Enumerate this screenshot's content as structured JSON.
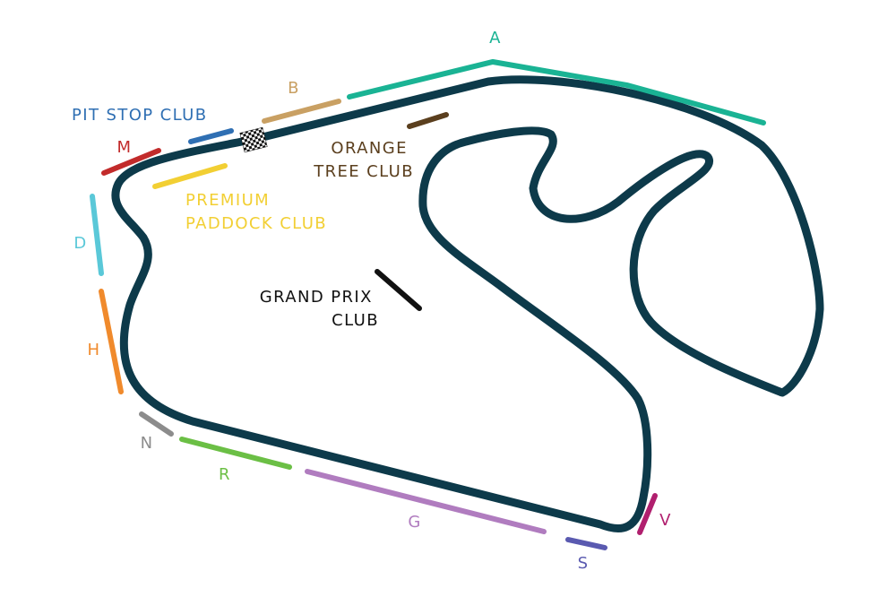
{
  "track": {
    "color": "#0d3a4a",
    "start_finish": "checkered-flag"
  },
  "sections": [
    {
      "id": "A",
      "label": "A",
      "color": "#1ab394"
    },
    {
      "id": "B",
      "label": "B",
      "color": "#c9a063"
    },
    {
      "id": "pit",
      "label": "PIT STOP CLUB",
      "color": "#2f6fb3"
    },
    {
      "id": "M",
      "label": "M",
      "color": "#c22b2b"
    },
    {
      "id": "premium",
      "label_lines": [
        "PREMIUM",
        "PADDOCK CLUB"
      ],
      "color": "#f2cf33"
    },
    {
      "id": "orange",
      "label_lines": [
        "ORANGE",
        "TREE CLUB"
      ],
      "color": "#5b3f1e"
    },
    {
      "id": "D",
      "label": "D",
      "color": "#5ac8d8"
    },
    {
      "id": "H",
      "label": "H",
      "color": "#f08a2c"
    },
    {
      "id": "grand",
      "label_lines": [
        "GRAND PRIX",
        "CLUB"
      ],
      "color": "#111111"
    },
    {
      "id": "N",
      "label": "N",
      "color": "#8c8c8c"
    },
    {
      "id": "R",
      "label": "R",
      "color": "#6bbf45"
    },
    {
      "id": "G",
      "label": "G",
      "color": "#b07cbf"
    },
    {
      "id": "S",
      "label": "S",
      "color": "#5a5ab0"
    },
    {
      "id": "V",
      "label": "V",
      "color": "#b01f6e"
    }
  ]
}
